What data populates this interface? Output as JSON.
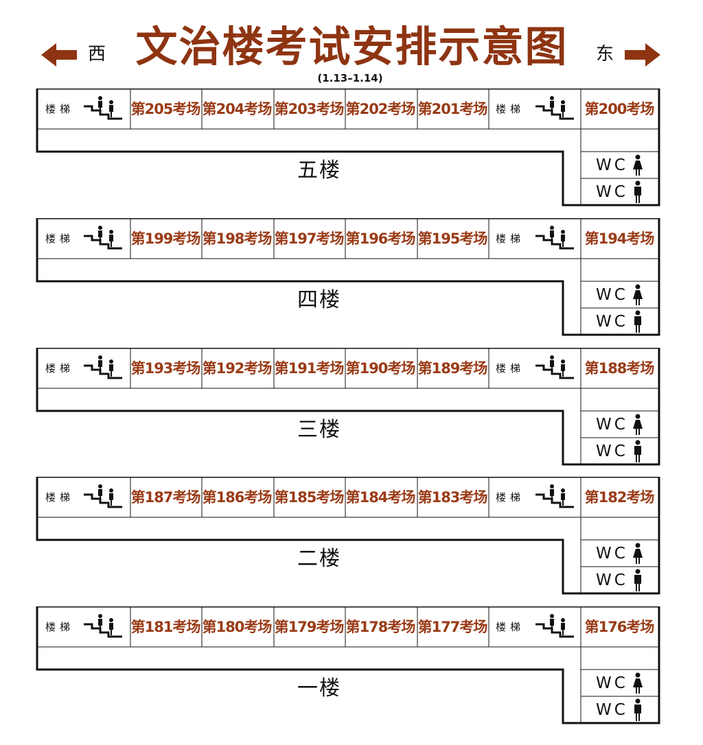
{
  "header": {
    "west_label": "西",
    "east_label": "东",
    "title": "文治楼考试安排示意图",
    "date_range": "(1.13–1.14)"
  },
  "colors": {
    "title": "#8e3412",
    "room_text": "#9a3b17",
    "line": "#111111"
  },
  "icons": [
    "arrow-left-icon",
    "arrow-right-icon",
    "stairs-icon",
    "female-icon",
    "male-icon"
  ],
  "floors": [
    {
      "name": "五楼",
      "stair_label": "楼梯",
      "rooms": [
        "第205考场",
        "第204考场",
        "第203考场",
        "第202考场",
        "第201考场"
      ],
      "east_room": "第200考场",
      "wc_female": "WC",
      "wc_male": "WC"
    },
    {
      "name": "四楼",
      "stair_label": "楼梯",
      "rooms": [
        "第199考场",
        "第198考场",
        "第197考场",
        "第196考场",
        "第195考场"
      ],
      "east_room": "第194考场",
      "wc_female": "WC",
      "wc_male": "WC"
    },
    {
      "name": "三楼",
      "stair_label": "楼梯",
      "rooms": [
        "第193考场",
        "第192考场",
        "第191考场",
        "第190考场",
        "第189考场"
      ],
      "east_room": "第188考场",
      "wc_female": "WC",
      "wc_male": "WC"
    },
    {
      "name": "二楼",
      "stair_label": "楼梯",
      "rooms": [
        "第187考场",
        "第186考场",
        "第185考场",
        "第184考场",
        "第183考场"
      ],
      "east_room": "第182考场",
      "wc_female": "WC",
      "wc_male": "WC"
    },
    {
      "name": "一楼",
      "stair_label": "楼梯",
      "rooms": [
        "第181考场",
        "第180考场",
        "第179考场",
        "第178考场",
        "第177考场"
      ],
      "east_room": "第176考场",
      "wc_female": "WC",
      "wc_male": "WC"
    }
  ]
}
